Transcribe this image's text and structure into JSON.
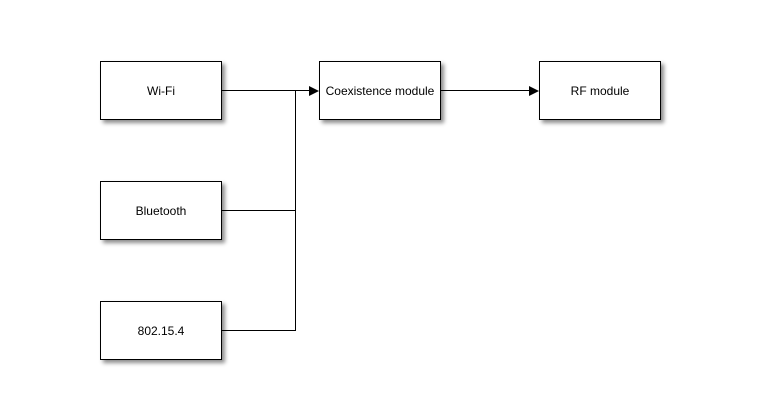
{
  "diagram": {
    "background_color": "#ffffff",
    "node_fill_color": "#ffffff",
    "node_border_color": "#000000",
    "connector_color": "#000000",
    "nodes": [
      {
        "id": "wifi",
        "label": "Wi-Fi"
      },
      {
        "id": "bluetooth",
        "label": "Bluetooth"
      },
      {
        "id": "zigbee",
        "label": "802.15.4"
      },
      {
        "id": "coexistence",
        "label": "Coexistence module"
      },
      {
        "id": "rf",
        "label": "RF module"
      }
    ],
    "connections": [
      {
        "from": "Wi-Fi",
        "to": "Coexistence module",
        "arrow": true
      },
      {
        "from": "Bluetooth",
        "to": "Coexistence module",
        "arrow": true
      },
      {
        "from": "802.15.4",
        "to": "Coexistence module",
        "arrow": true
      },
      {
        "from": "Coexistence module",
        "to": "RF module",
        "arrow": true
      }
    ]
  }
}
